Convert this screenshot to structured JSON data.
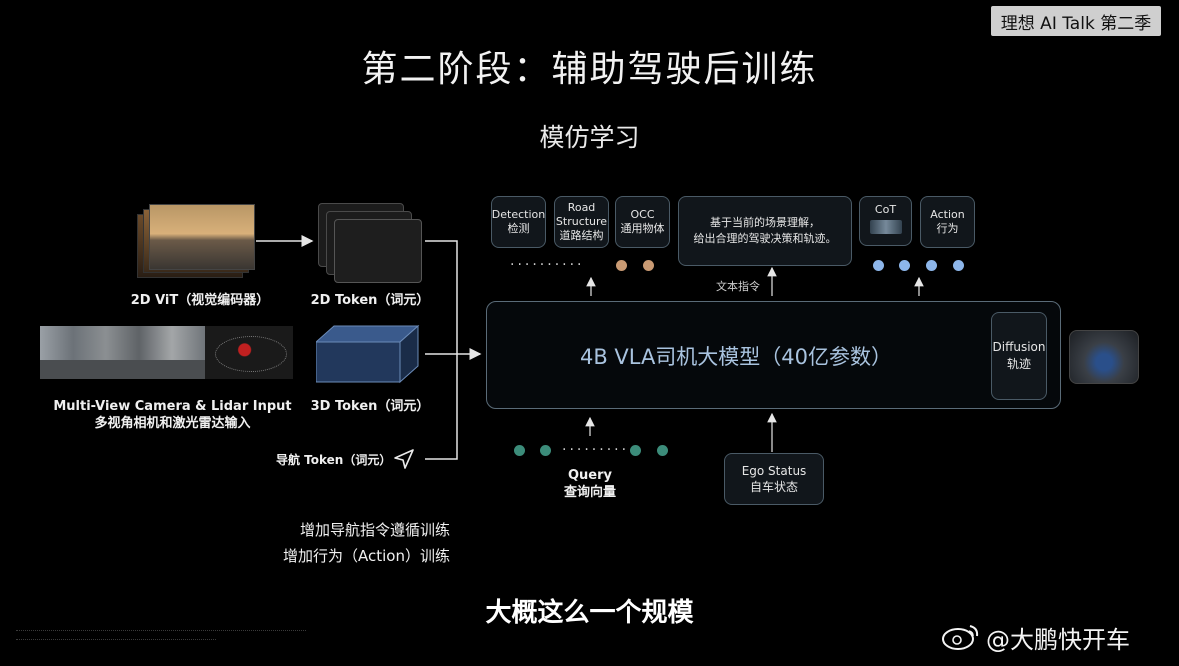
{
  "badge": "理想 AI Talk 第二季",
  "title": "第二阶段：辅助驾驶后训练",
  "subtitle": "模仿学习",
  "inputs": {
    "vit_caption": "2D ViT（视觉编码器）",
    "camera_caption_en": "Multi-View Camera & Lidar Input",
    "camera_caption_zh": "多视角相机和激光雷达输入",
    "token_2d": "2D Token（词元）",
    "token_3d": "3D Token（词元）",
    "token_nav": "导航 Token（词元）"
  },
  "outputs": {
    "detection": [
      "Detection",
      "检测"
    ],
    "road": [
      "Road",
      "Structure",
      "道路结构"
    ],
    "occ": [
      "OCC",
      "通用物体"
    ],
    "scene": [
      "基于当前的场景理解，",
      "给出合理的驾驶决策和轨迹。"
    ],
    "cot": "CoT",
    "action": [
      "Action",
      "行为"
    ],
    "text_cmd": "文本指令"
  },
  "model": {
    "label": "4B VLA司机大模型（40亿参数）",
    "diffusion": [
      "Diffusion",
      "轨迹"
    ]
  },
  "query": [
    "Query",
    "查询向量"
  ],
  "ego": [
    "Ego Status",
    "自车状态"
  ],
  "notes": [
    "增加导航指令遵循训练",
    "增加行为（Action）训练"
  ],
  "subtitle_caption": "大概这么一个规模",
  "watermark": "@大鹏快开车",
  "colors": {
    "orange_dot": "#c99a73",
    "blue_dot": "#8db6ea",
    "green_dot": "#3c8c7a",
    "model_text": "#a9c3df"
  }
}
